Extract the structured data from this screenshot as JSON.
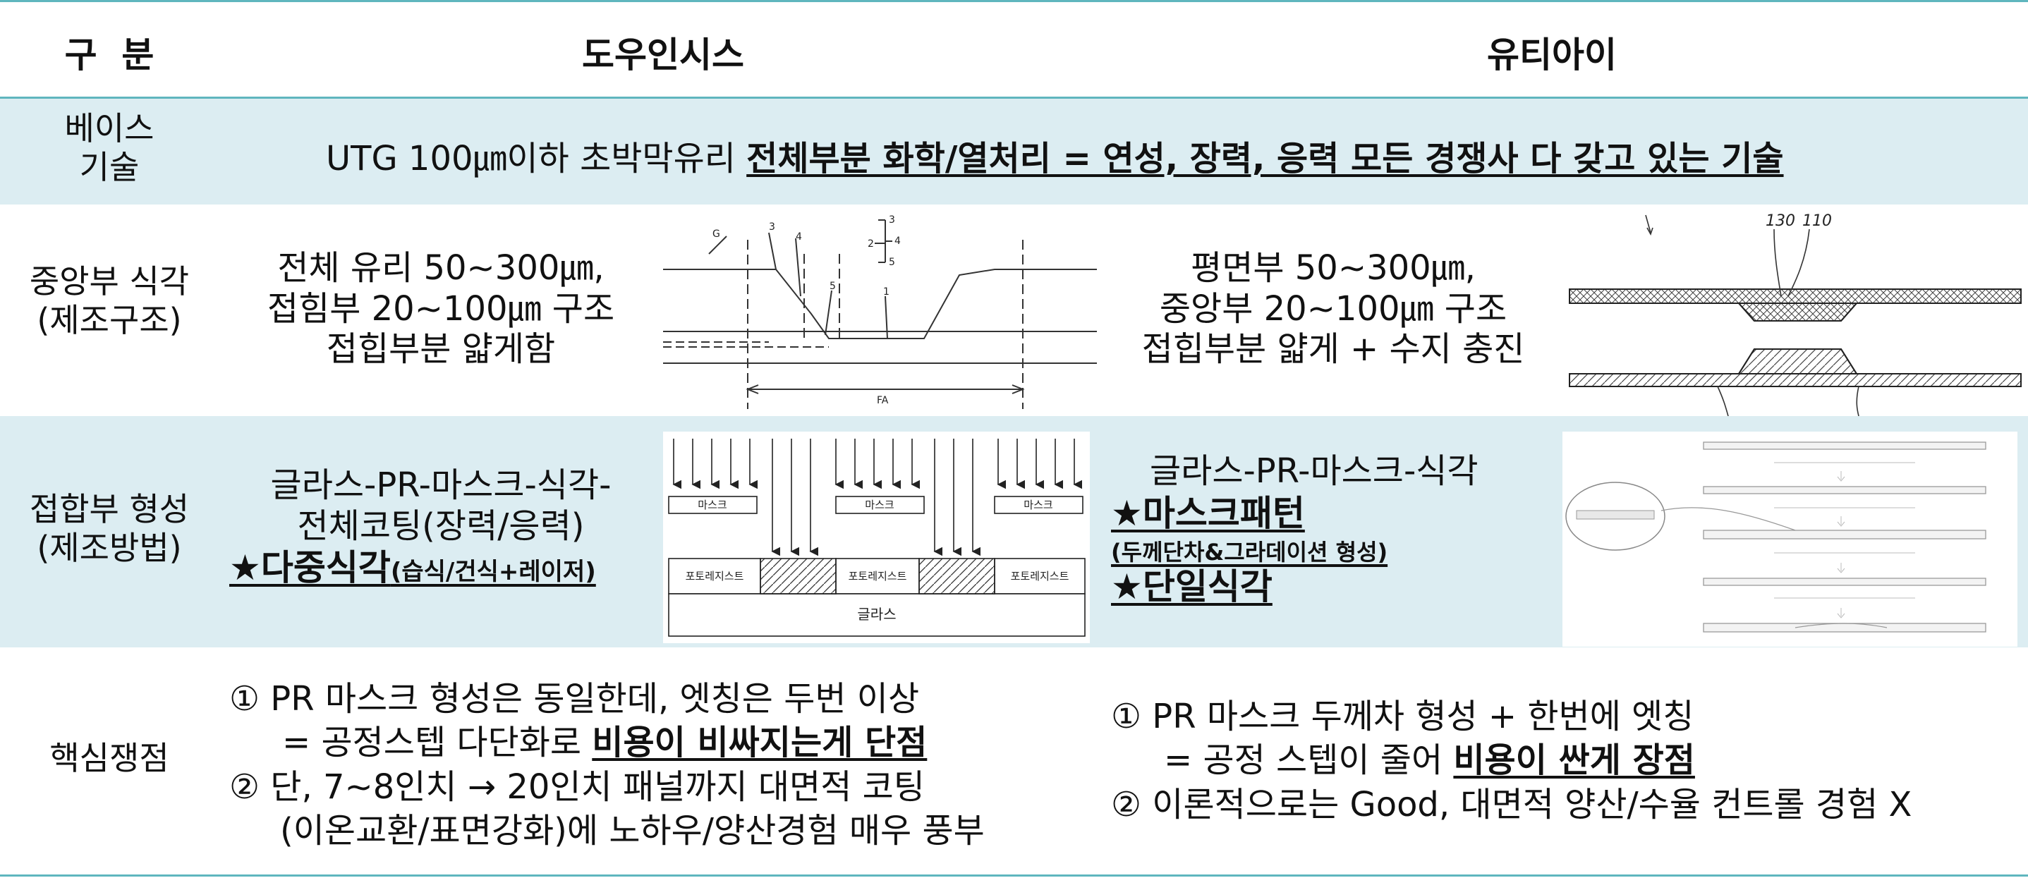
{
  "header": {
    "col_category": "구  분",
    "col_company_a": "도우인시스",
    "col_company_b": "유티아이"
  },
  "rows": {
    "base": {
      "label": "베이스\n기술",
      "text_plain": "UTG 100㎛이하 초박막유리 ",
      "text_emph": "전체부분 화학/열처리 = 연성, 장력, 응력 모든 경쟁사 다 갖고 있는 기술"
    },
    "etch": {
      "label": "중앙부 식각\n(제조구조)",
      "a_text": "전체 유리 50~300㎛,\n접힘부 20~100㎛ 구조\n접힙부분 얇게함",
      "b_text": "평면부 50~300㎛,\n중앙부 20~100㎛ 구조\n접힙부분 얇게 + 수지 충진",
      "fig_a_labels": [
        "G",
        "3",
        "4",
        "2",
        "3",
        "4",
        "5",
        "5",
        "1",
        "FA"
      ],
      "fig_b_labels": [
        "130",
        "110"
      ]
    },
    "joint": {
      "label": "접합부 형성\n(제조방법)",
      "a_line1": "글라스-PR-마스크-식각-",
      "a_line2": "전체코팅(장력/응력)",
      "a_emph_big": "★다중식각",
      "a_emph_small": "(습식/건식+레이저)",
      "fig_a_mask": "마스크",
      "fig_a_pr": "포토레지스트",
      "fig_a_glass": "글라스",
      "b_line1": "글라스-PR-마스크-식각",
      "b_emph1": "★마스크패턴",
      "b_emph1_sub": "(두께단차&그라데이션 형성)",
      "b_emph2": "★단일식각"
    },
    "issue": {
      "label": "핵심쟁점",
      "a_l1": "① PR 마스크 형성은 동일한데, 엣칭은 두번 이상",
      "a_l2_plain": "= 공정스텝 다단화로 ",
      "a_l2_emph": "비용이 비싸지는게 단점",
      "a_l3": "② 단, 7~8인치 → 20인치 패널까지 대면적 코팅",
      "a_l4": "(이온교환/표면강화)에 노하우/양산경험 매우 풍부",
      "b_l1": "① PR 마스크 두께차 형성 + 한번에 엣칭",
      "b_l2_plain": "= 공정 스텝이 줄어 ",
      "b_l2_emph": "비용이 싼게 장점",
      "b_l3": "② 이론적으로는 Good, 대면적 양산/수율 컨트롤 경험 X"
    }
  },
  "colors": {
    "band": "#dcedf2",
    "rule": "#5fb6be",
    "text": "#111111"
  }
}
